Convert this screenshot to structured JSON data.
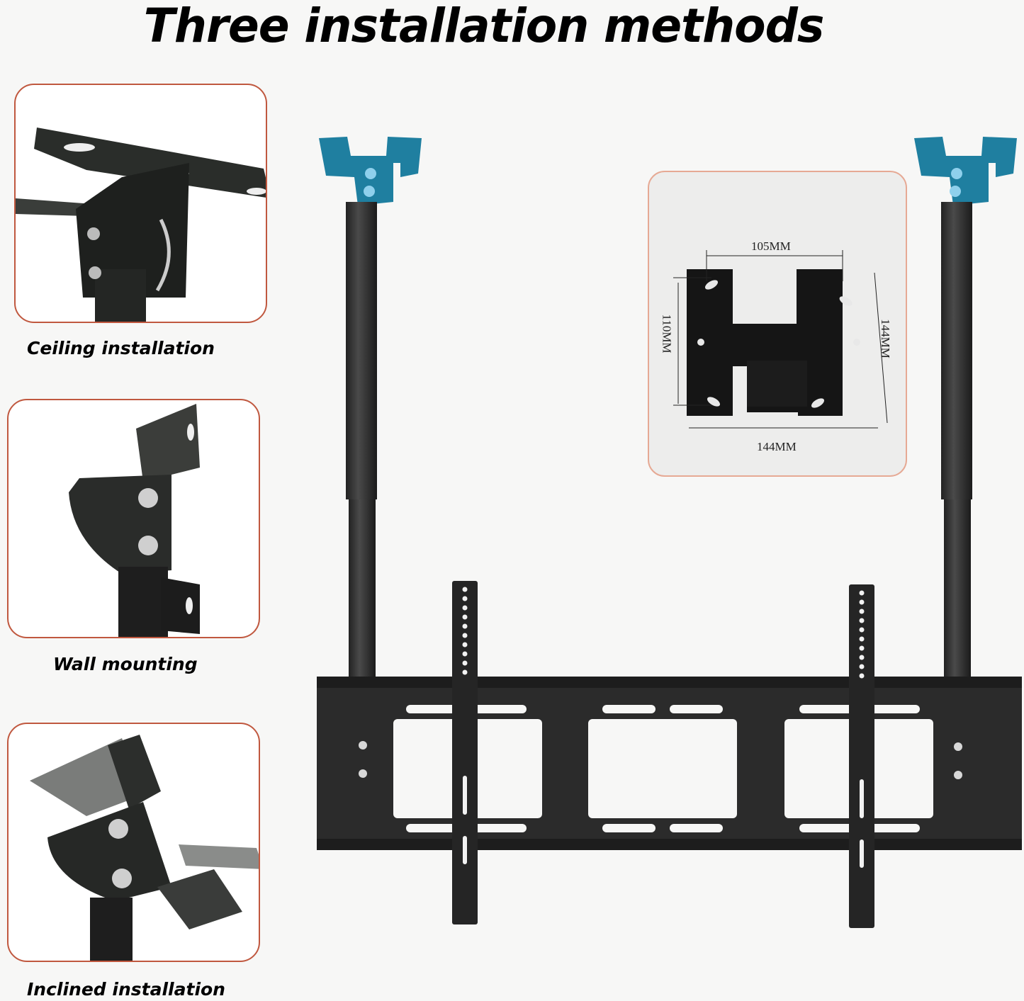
{
  "title": "Three installation methods",
  "methods": [
    {
      "label": "Ceiling installation",
      "icon": "ceiling-bracket-photo"
    },
    {
      "label": "Wall mounting",
      "icon": "wall-bracket-photo"
    },
    {
      "label": "Inclined installation",
      "icon": "inclined-bracket-photo"
    }
  ],
  "spec_plate": {
    "top_hole_spacing": "105MM",
    "vertical_hole_spacing": "110MM",
    "height": "144MM",
    "width": "144MM"
  },
  "colors": {
    "frame_border": "#c0583f",
    "spec_border": "#e6a994",
    "bracket_blue": "#1f7fa0",
    "metal_black": "#1e1e1e",
    "background": "#f7f7f6"
  }
}
